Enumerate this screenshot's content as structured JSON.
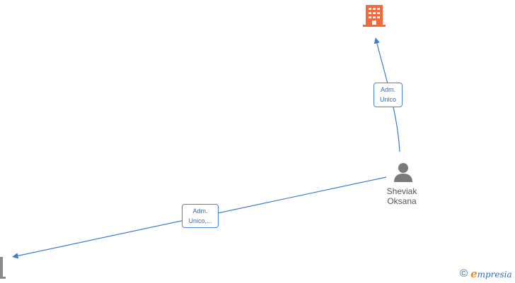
{
  "edges": [
    {
      "label_line1": "Adm.",
      "label_line2": "Unico"
    },
    {
      "label_line1": "Adm.",
      "label_line2": "Unico,..."
    }
  ],
  "person": {
    "name_line1": "Sheviak",
    "name_line2": "Oksana"
  },
  "footer": {
    "copyright_symbol": "©",
    "brand_first": "e",
    "brand_rest": "mpresia"
  },
  "colors": {
    "edge": "#3b7bd0",
    "building": "#f26a3d",
    "person": "#7a7a7a",
    "partial_building": "#8a8a8a"
  }
}
